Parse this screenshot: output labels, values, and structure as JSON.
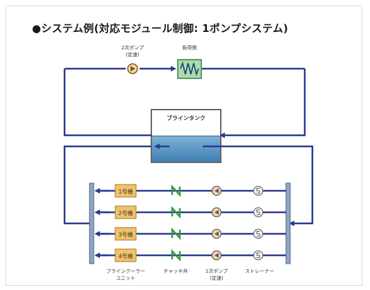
{
  "title": "●システム例(対応モジュール制御: 1ポンプシステム)",
  "top_loop": {
    "secondary_pump": {
      "name": "2次ポンプ",
      "mode": "(定速)"
    },
    "load": "負荷側"
  },
  "tank": {
    "label": "ブラインタンク"
  },
  "units": [
    {
      "label": "1号機"
    },
    {
      "label": "2号機"
    },
    {
      "label": "3号機"
    },
    {
      "label": "4号機"
    }
  ],
  "footer": {
    "cooler": {
      "line1": "ブラインクーラー",
      "line2": "ユニット"
    },
    "check_valve": "チャッキ弁",
    "primary_pump": {
      "line1": "1次ポンプ",
      "line2": "(定速)"
    },
    "strainer": "ストレーナー"
  },
  "colors": {
    "pipe": "#2b3a8f",
    "load_fill": "#a9dcae",
    "unit_fill": "#f0c36a",
    "tank_water": "#4f8fc0",
    "check_valve": "#2f9a3a",
    "header_bar": "#8fa7c4"
  }
}
